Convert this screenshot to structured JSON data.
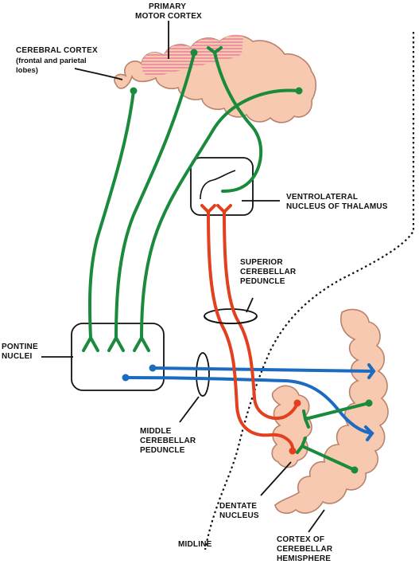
{
  "labels": {
    "primary_motor_1": "PRIMARY",
    "primary_motor_2": "MOTOR CORTEX",
    "cerebral_1": "CEREBRAL CORTEX",
    "cerebral_2": "(frontal and parietal",
    "cerebral_3": "lobes)",
    "vl_1": "VENTROLATERAL",
    "vl_2": "NUCLEUS OF THALAMUS",
    "scp_1": "SUPERIOR",
    "scp_2": "CEREBELLAR",
    "scp_3": "PEDUNCLE",
    "pontine_1": "PONTINE",
    "pontine_2": "NUCLEI",
    "mcp_1": "MIDDLE",
    "mcp_2": "CEREBELLAR",
    "mcp_3": "PEDUNCLE",
    "dentate_1": "DENTATE",
    "dentate_2": "NUCLEUS",
    "midline": "MIDLINE",
    "cch_1": "CORTEX OF",
    "cch_2": "CEREBELLAR",
    "cch_3": "HEMISPHERE"
  },
  "colors": {
    "tissue_fill": "#f6c9b0",
    "tissue_stroke": "#b9826a",
    "motor_hatch": "#e87a9a",
    "green_pathway": "#1a8a3c",
    "red_pathway": "#e2401f",
    "blue_pathway": "#1b6cc1",
    "outline": "#111111"
  }
}
